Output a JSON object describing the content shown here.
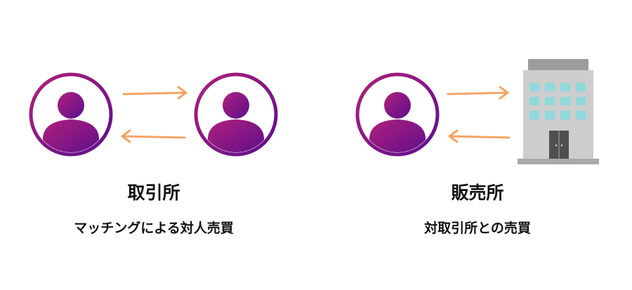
{
  "exchange": {
    "title": "取引所",
    "subtitle": "マッチングによる対人売買"
  },
  "dealer": {
    "title": "販売所",
    "subtitle": "対取引所との売買"
  },
  "colors": {
    "avatar_gradient_start": "#b1207a",
    "avatar_gradient_end": "#5c0e8e",
    "arrow": "#f4a565",
    "building_body": "#cdcdcd",
    "building_window": "#8fd9dc",
    "building_roof": "#9c9c9c"
  },
  "icons": [
    "person-avatar-icon",
    "office-building-icon",
    "arrow-right-icon",
    "arrow-left-icon"
  ]
}
